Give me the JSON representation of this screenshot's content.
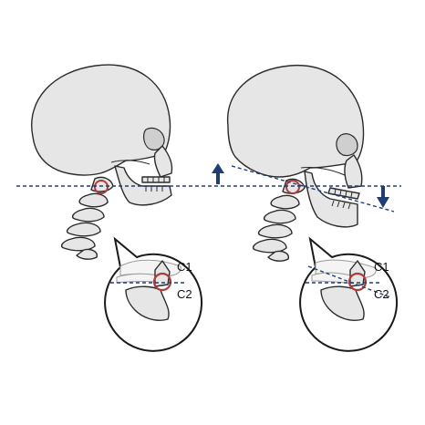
{
  "figure": {
    "left": {
      "label_upper": "C1",
      "label_lower": "C2"
    },
    "right": {
      "label_upper": "C1",
      "label_lower": "C2"
    }
  },
  "colors": {
    "reference_line": "#1f3f73",
    "arrow": "#1f3f73",
    "joint_marker": "#b23a3a",
    "bone_fill": "#e6e6e6",
    "outline": "#2b2b2b"
  },
  "icons": {
    "up_arrow": "arrow-up-icon",
    "down_arrow": "arrow-down-icon"
  }
}
